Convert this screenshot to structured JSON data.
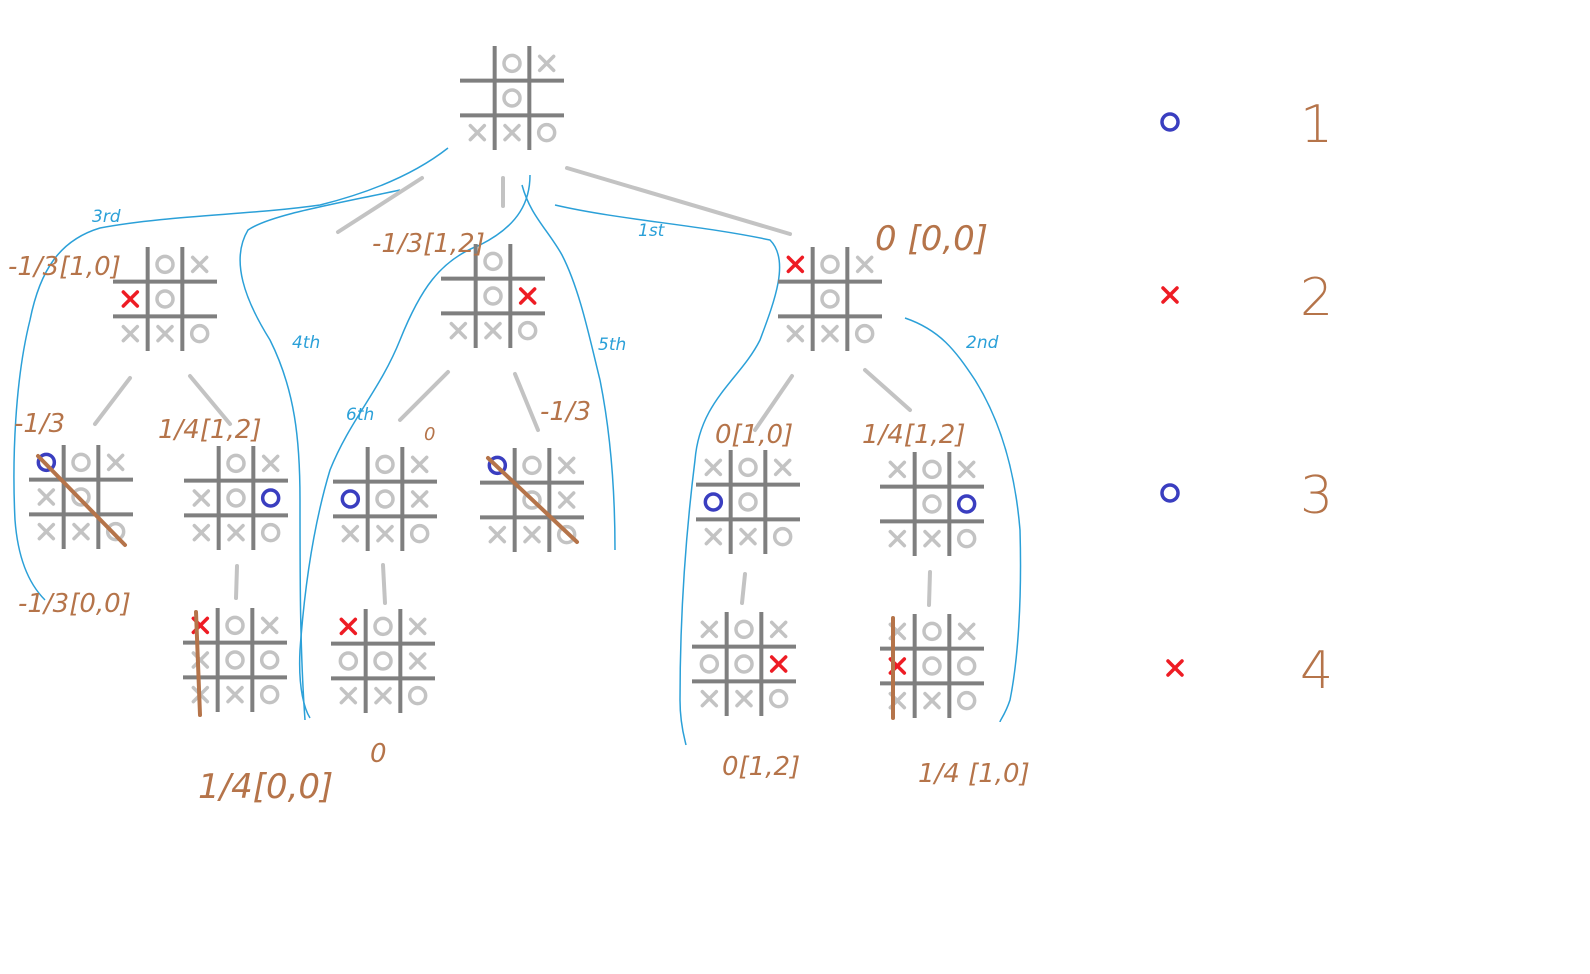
{
  "colors": {
    "grid": "#7f7f7f",
    "piece": "#c3c3c3",
    "red_x": "#ee1c24",
    "blue_o": "#3a3ec0",
    "win_line": "#b5744a",
    "annotation": "#b5744a",
    "flow": "#2ba0d8"
  },
  "boards": [
    {
      "id": "root",
      "cells": [
        "",
        "O",
        "X",
        "",
        "O",
        "",
        "X",
        "X",
        "O"
      ],
      "red": [],
      "blue": []
    },
    {
      "id": "a",
      "cells": [
        "",
        "O",
        "X",
        "X",
        "O",
        "",
        "X",
        "X",
        "O"
      ],
      "red": [
        3
      ],
      "blue": []
    },
    {
      "id": "b",
      "cells": [
        "",
        "O",
        "",
        "",
        "O",
        "X",
        "X",
        "X",
        "O"
      ],
      "red": [
        5
      ],
      "blue": []
    },
    {
      "id": "c",
      "cells": [
        "X",
        "O",
        "X",
        "",
        "O",
        "",
        "X",
        "X",
        "O"
      ],
      "red": [
        0
      ],
      "blue": []
    },
    {
      "id": "a1",
      "cells": [
        "O",
        "O",
        "X",
        "X",
        "O",
        "",
        "X",
        "X",
        "O"
      ],
      "red": [],
      "blue": [
        0
      ]
    },
    {
      "id": "a2",
      "cells": [
        "",
        "O",
        "X",
        "X",
        "O",
        "O",
        "X",
        "X",
        "O"
      ],
      "red": [],
      "blue": [
        5
      ]
    },
    {
      "id": "a2c",
      "cells": [
        "X",
        "O",
        "X",
        "X",
        "O",
        "O",
        "X",
        "X",
        "O"
      ],
      "red": [
        0
      ],
      "blue": []
    },
    {
      "id": "b1",
      "cells": [
        "",
        "O",
        "X",
        "O",
        "O",
        "X",
        "X",
        "X",
        "O"
      ],
      "red": [],
      "blue": [
        3
      ]
    },
    {
      "id": "b1c",
      "cells": [
        "X",
        "O",
        "X",
        "O",
        "O",
        "X",
        "X",
        "X",
        "O"
      ],
      "red": [
        0
      ],
      "blue": []
    },
    {
      "id": "b2",
      "cells": [
        "O",
        "O",
        "X",
        "",
        "O",
        "X",
        "X",
        "X",
        "O"
      ],
      "red": [],
      "blue": [
        0
      ]
    },
    {
      "id": "c1",
      "cells": [
        "X",
        "O",
        "X",
        "O",
        "O",
        "",
        "X",
        "X",
        "O"
      ],
      "red": [],
      "blue": [
        3
      ]
    },
    {
      "id": "c1c",
      "cells": [
        "X",
        "O",
        "X",
        "O",
        "O",
        "X",
        "X",
        "X",
        "O"
      ],
      "red": [
        5
      ],
      "blue": []
    },
    {
      "id": "c2",
      "cells": [
        "X",
        "O",
        "X",
        "",
        "O",
        "O",
        "X",
        "X",
        "O"
      ],
      "red": [],
      "blue": [
        5
      ]
    },
    {
      "id": "c2c",
      "cells": [
        "X",
        "O",
        "X",
        "X",
        "O",
        "O",
        "X",
        "X",
        "O"
      ],
      "red": [
        3
      ],
      "blue": []
    }
  ],
  "annotations": {
    "a_score": "-1/3[1,0]",
    "b_score": "-1/3[1,2]",
    "c_score": "0 [0,0]",
    "a1_score": "-1/3",
    "a1_bottom": "-1/3[0,0]",
    "a2_score": "1/4[1,2]",
    "a2c_score": "1/4[0,0]",
    "b1_score": "0",
    "b1c_score": "0",
    "b2_score": "-1/3",
    "c1_score": "0[1,0]",
    "c1c_score": "0[1,2]",
    "c2_score": "1/4[1,2]",
    "c2c_score": "1/4 [1,0]"
  },
  "order_labels": {
    "first": "1st",
    "second": "2nd",
    "third": "3rd",
    "fourth": "4th",
    "fifth": "5th",
    "sixth": "6th"
  },
  "legend": [
    {
      "symbol": "O",
      "color": "#3a3ec0",
      "number": "1"
    },
    {
      "symbol": "X",
      "color": "#ee1c24",
      "number": "2"
    },
    {
      "symbol": "O",
      "color": "#3a3ec0",
      "number": "3"
    },
    {
      "symbol": "X",
      "color": "#ee1c24",
      "number": "4"
    }
  ]
}
